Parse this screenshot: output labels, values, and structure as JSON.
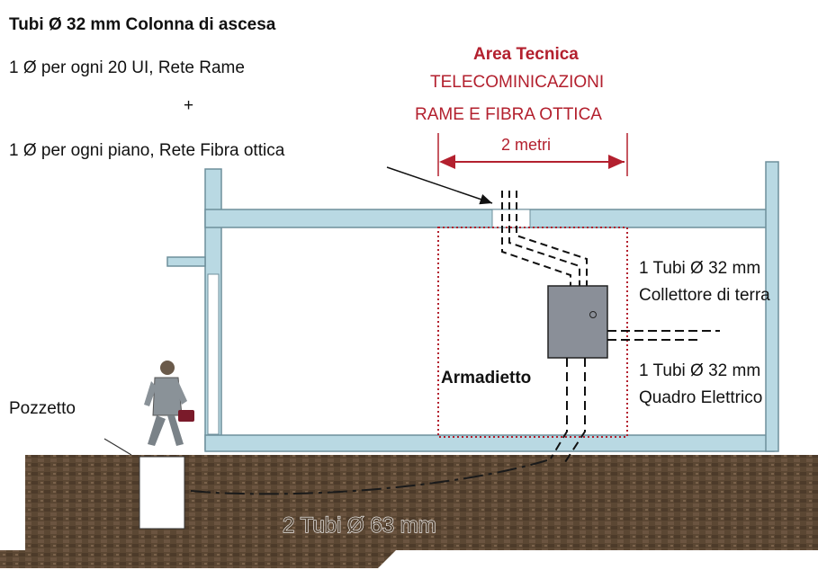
{
  "title": "Tubi Ø  32 mm   Colonna di ascesa",
  "notes": {
    "copper": "1 Ø per ogni 20 UI, Rete Rame",
    "plus": "+",
    "fiber": "1 Ø per ogni piano, Rete Fibra ottica"
  },
  "tech_area": {
    "title": "Area Tecnica",
    "line1": "TELECOMINICAZIONI",
    "line2": "RAME E FIBRA OTTICA",
    "width_label": "2 metri"
  },
  "labels": {
    "collettore_line1": "1 Tubi Ø  32 mm",
    "collettore_line2": "Collettore di terra",
    "quadro_line1": "1 Tubi Ø  32 mm",
    "quadro_line2": "Quadro Elettrico",
    "armadietto": "Armadietto",
    "pozzetto": "Pozzetto",
    "underground": "2 Tubi Ø  63 mm"
  },
  "colors": {
    "structure": "#b9d9e3",
    "structure_stroke": "#6e8f9b",
    "accent_red": "#b3202e",
    "ground": "#5a4632",
    "cabinet": "#8a8f98"
  }
}
